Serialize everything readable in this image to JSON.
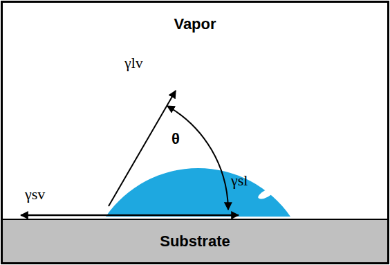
{
  "diagram": {
    "nodes": [
      {
        "text": [
          "Vapor"
        ]
      },
      {
        "text": [
          "Substrate"
        ],
        "in": 0
      }
    ],
    "labels": [
      "γlv",
      "θ",
      "γsv",
      "γsl"
    ]
  }
}
